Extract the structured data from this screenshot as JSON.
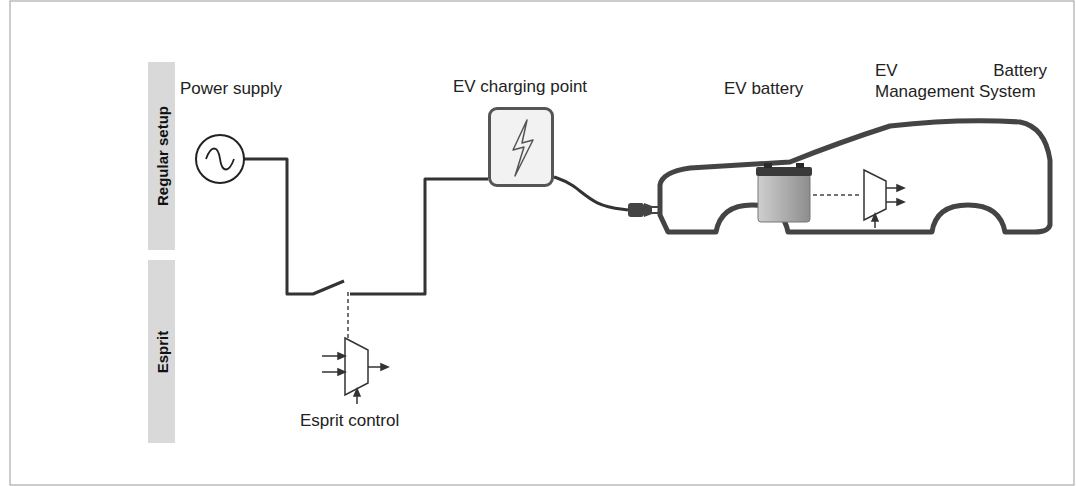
{
  "diagram": {
    "nodes": [
      {
        "text": [
          "Regular setup"
        ]
      },
      {
        "text": [
          "Esprit"
        ]
      },
      {
        "text": [
          "Power supply"
        ]
      },
      {
        "text": [
          "EV charging point"
        ]
      },
      {
        "text": [
          "EV battery",
          "EV Battery Management System"
        ]
      }
    ],
    "edges": [
      {
        "from": 2,
        "to": 3,
        "arrow": "none"
      },
      {
        "from": 3,
        "to": 4,
        "arrow": "none"
      }
    ],
    "labels": [
      "Esprit control"
    ]
  }
}
